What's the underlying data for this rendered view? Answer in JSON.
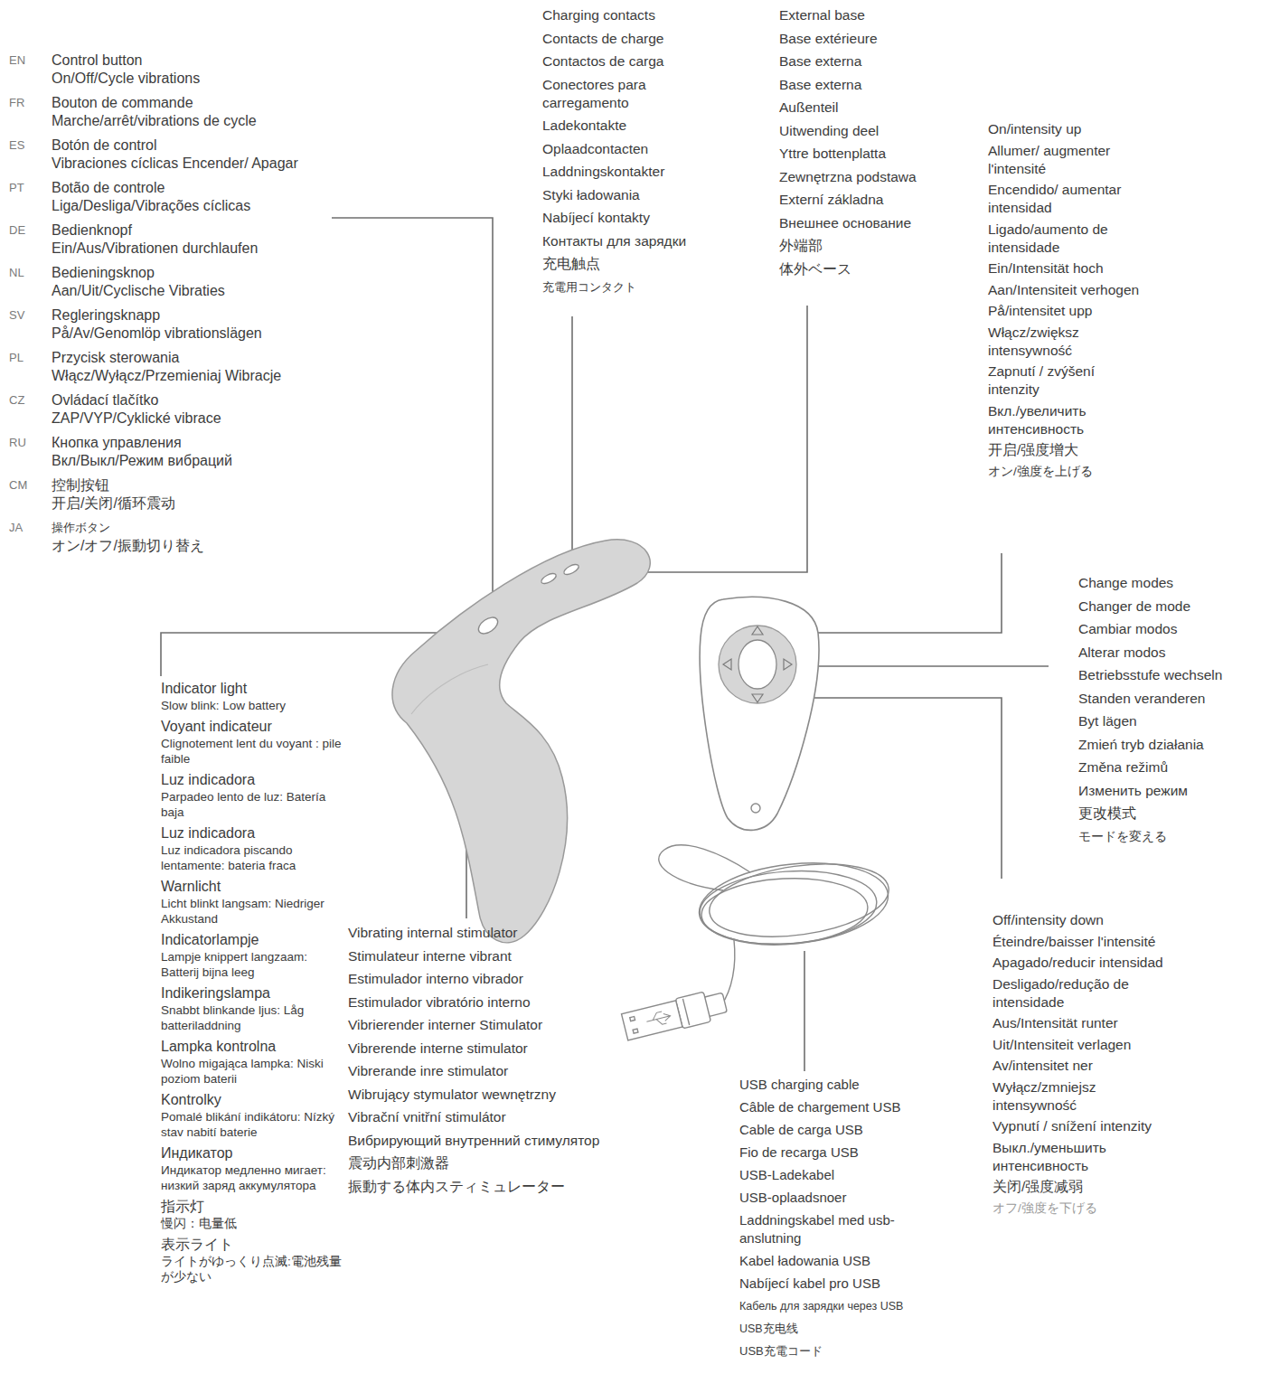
{
  "diagram": {
    "labels": [
      "EN",
      "Control button",
      "On/Off/Cycle vibrations",
      "FR",
      "Bouton de commande",
      "Marche/arrêt/vibrations de cycle",
      "ES",
      "Botón de control",
      "Vibraciones cíclicas Encender/ Apagar",
      "PT",
      "Botão de controle",
      "Liga/Desliga/Vibrações cíclicas",
      "DE",
      "Bedienknopf",
      "Ein/Aus/Vibrationen durchlaufen",
      "NL",
      "Bedieningsknop",
      "Aan/Uit/Cyclische Vibraties",
      "SV",
      "Regleringsknapp",
      "På/Av/Genomlöp vibrationslägen",
      "PL",
      "Przycisk sterowania",
      "Włącz/Wyłącz/Przemieniaj Wibracje",
      "CZ",
      "Ovládací tlačítko",
      "ZAP/VYP/Cyklické vibrace",
      "RU",
      "Кнопка управления",
      "Вкл/Выкл/Режим вибраций",
      "CM",
      "控制按钮",
      "开启/关闭/循环震动",
      "JA",
      "操作ボタン",
      "オン/オフ/振動切り替え",
      "Charging contacts",
      "Contacts de charge",
      "Contactos de carga",
      "Conectores para carregamento",
      "Ladekontakte",
      "Oplaadcontacten",
      "Laddningskontakter",
      "Styki ładowania",
      "Nabíjecí kontakty",
      "Контакты для зарядки",
      "充电触点",
      "充電用コンタクト",
      "External base",
      "Base extérieure",
      "Base externa",
      "Base externa",
      "Außenteil",
      "Uitwending deel",
      "Yttre bottenplatta",
      "Zewnętrzna podstawa",
      "Externí základna",
      "Внешнее основание",
      "外端部",
      "体外ベース",
      "On/intensity up",
      "Allumer/ augmenter l'intensité",
      "Encendido/ aumentar intensidad",
      "Ligado/aumento de intensidade",
      "Ein/Intensität hoch",
      "Aan/Intensiteit verhogen",
      "På/intensitet upp",
      "Włącz/zwiększ intensywność",
      "Zapnutí / zvýšení intenzity",
      "Вкл./увеличить интенсивность",
      "开启/强度增大",
      "オン/強度を上げる",
      "Indicator light",
      "Slow blink: Low battery",
      "Voyant indicateur",
      "Clignotement lent du voyant : pile faible",
      "Luz indicadora",
      "Parpadeo lento de luz: Batería baja",
      "Luz indicadora",
      "Luz indicadora piscando lentamente: bateria fraca",
      "Warnlicht",
      "Licht blinkt langsam: Niedriger Akkustand",
      "Indicatorlampje",
      "Lampje knippert langzaam: Batterij bijna leeg",
      "Indikeringslampa",
      "Snabbt blinkande ljus: Låg batteriladdning",
      "Lampka kontrolna",
      "Wolno migająca lampka: Niski poziom baterii",
      "Kontrolky",
      "Pomalé blikání indikátoru: Nízký stav nabití baterie",
      "Индикатор",
      "Индикатор медленно мигает: низкий заряд аккумулятора",
      "指示灯",
      "慢闪：电量低",
      "表示ライト",
      "ライトがゆっくり点滅:電池残量が少ない",
      "Change modes",
      "Changer de mode",
      "Cambiar modos",
      "Alterar modos",
      "Betriebsstufe wechseln",
      "Standen veranderen",
      "Byt lägen",
      "Zmień tryb działania",
      "Změna režimů",
      "Изменить режим",
      "更改模式",
      "モードを変える",
      "Vibrating internal stimulator",
      "Stimulateur interne vibrant",
      "Estimulador interno vibrador",
      "Estimulador vibratório interno",
      "Vibrierender interner Stimulator",
      "Vibrerende interne stimulator",
      "Vibrerande inre stimulator",
      "Wibrujący stymulator wewnętrzny",
      "Vibrační vnitřní stimulátor",
      "Вибрирующий внутренний стимулятор",
      "震动内部刺激器",
      "振動する体内スティミュレーター",
      "Off/intensity down",
      "Éteindre/baisser l'intensité",
      "Apagado/reducir intensidad",
      "Desligado/redução de intensidade",
      "Aus/Intensität runter",
      "Uit/Intensiteit verlagen",
      "Av/intensitet ner",
      "Wyłącz/zmniejsz intensywność",
      "Vypnutí / snížení intenzity",
      "Выкл./уменьшить интенсивность",
      "关闭/强度减弱",
      "オフ/強度を下げる",
      "USB charging cable",
      "Câble de chargement USB",
      "Cable de carga USB",
      "Fio de recarga USB",
      "USB-Ladekabel",
      "USB-oplaadsnoer",
      "Laddningskabel med usb-anslutning",
      "Kabel ładowania USB",
      "Nabíjecí kabel pro USB",
      "Кабель для зарядки через USB",
      "USB充电线",
      "USB充電コード"
    ]
  }
}
